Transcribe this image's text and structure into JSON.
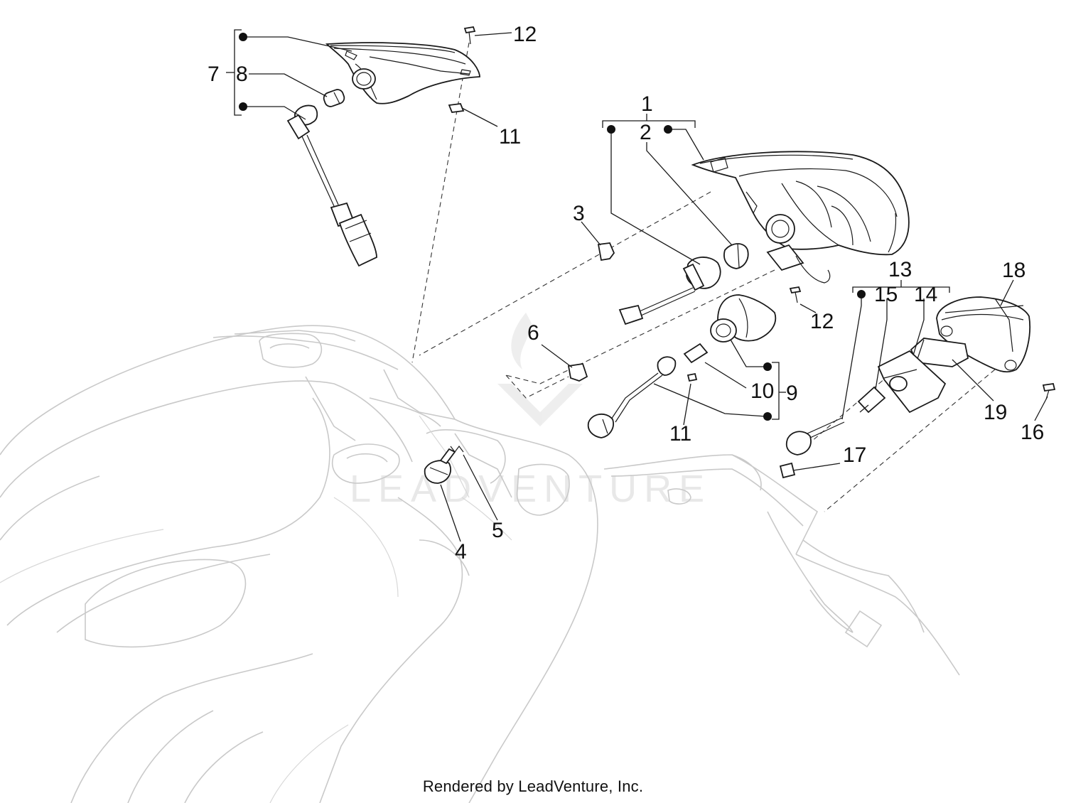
{
  "footer": "Rendered by LeadVenture, Inc.",
  "watermark": "LEADVENTURE",
  "callouts": {
    "c1": "1",
    "c2": "2",
    "c3": "3",
    "c4": "4",
    "c5": "5",
    "c6": "6",
    "c7": "7",
    "c8": "8",
    "c9": "9",
    "c10": "10",
    "c11a": "11",
    "c11b": "11",
    "c12a": "12",
    "c12b": "12",
    "c13": "13",
    "c14": "14",
    "c15": "15",
    "c16": "16",
    "c17": "17",
    "c18": "18",
    "c19": "19"
  }
}
